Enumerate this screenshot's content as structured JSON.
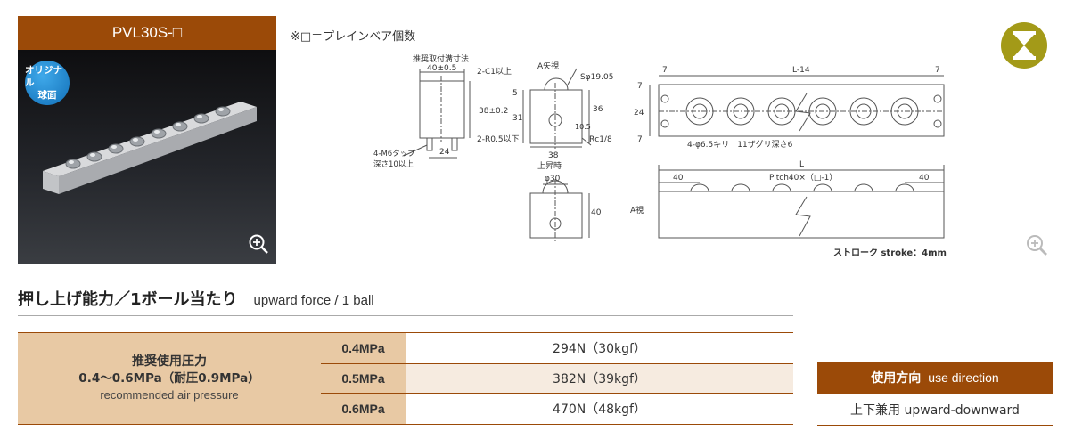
{
  "product": {
    "model": "PVL30S-□",
    "badge_line1": "オリジナル",
    "badge_line2": "球面"
  },
  "note": "※□＝プレインベア個数",
  "drawing": {
    "mount_title": "推奨取付溝寸法",
    "dim_40": "40±0.5",
    "dim_c1": "2-C1以上",
    "dim_38": "38±0.2",
    "dim_r05": "2-R0.5以下",
    "dim_24": "24",
    "tap_line1": "4-M6タップ",
    "tap_line2": "深さ10以上",
    "view_a": "A矢視",
    "sphere": "Sφ19.05",
    "dim_5": "5",
    "dim_31": "31",
    "dim_36": "36",
    "dim_105": "10.5",
    "dim_38b": "38",
    "rc": "Rc1/8",
    "raised": "上昇時",
    "phi30": "φ30",
    "dim_40b": "40",
    "a_view": "A視",
    "dim_7a": "7",
    "dim_l14": "L-14",
    "dim_7b": "7",
    "dim_7c": "7",
    "dim_24b": "24",
    "dim_7d": "7",
    "holes": "4-φ6.5キリ　11ザグリ深さ6",
    "dim_L": "L",
    "dim_40c": "40",
    "pitch": "Pitch40×（□-1）",
    "dim_40d": "40",
    "stroke": "ストローク stroke：4mm"
  },
  "heading": {
    "ja": "押し上げ能力／1ボール当たり",
    "en": "upward force / 1 ball"
  },
  "spec": {
    "row_head_ja1": "推奨使用圧力",
    "row_head_ja2": "0.4〜0.6MPa（耐圧0.9MPa）",
    "row_head_en": "recommended air pressure",
    "rows": [
      {
        "pressure": "0.4MPa",
        "force": "294N（30kgf）"
      },
      {
        "pressure": "0.5MPa",
        "force": "382N（39kgf）"
      },
      {
        "pressure": "0.6MPa",
        "force": "470N（48kgf）"
      }
    ]
  },
  "direction": {
    "label_ja": "使用方向",
    "label_en": "use direction",
    "value": "上下兼用  upward-downward"
  },
  "colors": {
    "brand_brown": "#9b4a08",
    "tan": "#e8c9a4",
    "icon_olive": "#a39a18"
  }
}
